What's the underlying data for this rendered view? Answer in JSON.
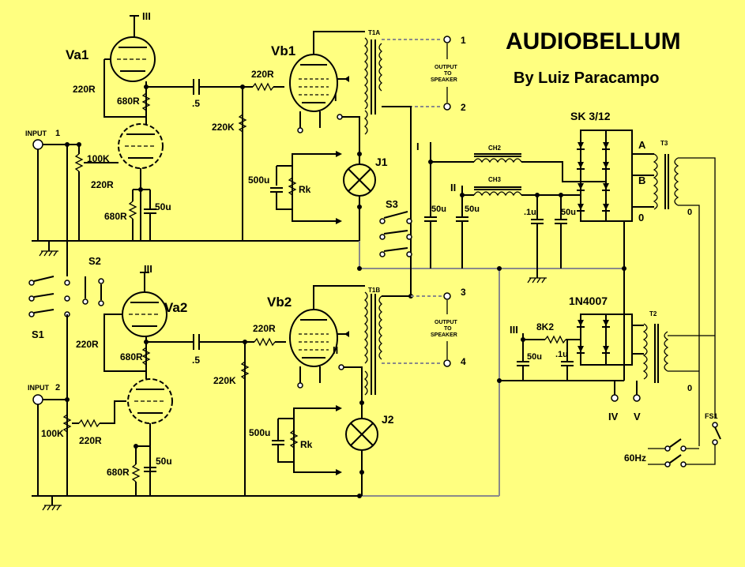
{
  "title": "AUDIOBELLUM",
  "author": "By Luiz Paracampo",
  "tubes": {
    "va1": "Va1",
    "va2": "Va2",
    "vb1": "Vb1",
    "vb2": "Vb2"
  },
  "supply": {
    "b_plus": "III",
    "screen": "II",
    "bias": "I",
    "bias2": "II",
    "iv": "IV",
    "v": "V"
  },
  "labels": {
    "r220": "220R",
    "r680": "680R",
    "r100k": "100K",
    "r220k": "220K",
    "c50u": "50u",
    "c500u": "500u",
    "c05": ".5",
    "c01": ".1u",
    "rk": "Rk",
    "r8k2": "8K2"
  },
  "inputs": {
    "input1": "INPUT",
    "input1_num": "1",
    "input2": "INPUT",
    "input2_num": "2"
  },
  "switches": {
    "s1": "S1",
    "s2": "S2",
    "s3": "S3"
  },
  "meters": {
    "j1": "J1",
    "j2": "J2"
  },
  "transformers": {
    "t1a": "T1A",
    "t1b": "T1B",
    "t2": "T2",
    "t3": "T3",
    "ch2": "CH2",
    "ch3": "CH3",
    "sk": "SK 3/12",
    "diode": "1N4007",
    "fs": "FS1",
    "mains": "60Hz"
  },
  "output": {
    "line1": "OUTPUT",
    "line2": "TO",
    "line3": "SPEAKER",
    "t1": "1",
    "t2": "2",
    "t3": "3",
    "t4": "4"
  },
  "taps": {
    "a": "A",
    "b": "B",
    "zero": "0"
  }
}
